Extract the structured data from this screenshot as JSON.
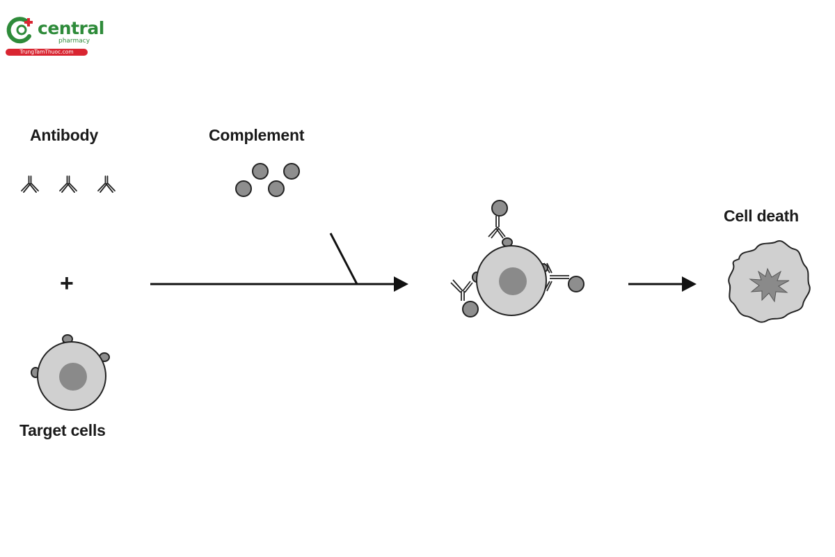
{
  "logo": {
    "brand": "central",
    "sub": "pharmacy",
    "url": "TrungTamThuoc.com",
    "colors": {
      "green": "#2e8b3a",
      "red": "#d92531"
    }
  },
  "labels": {
    "antibody": "Antibody",
    "complement": "Complement",
    "plus": "+",
    "target_cells": "Target cells",
    "cell_death": "Cell death"
  },
  "colors": {
    "cell_body": "#d0d0d0",
    "nucleus": "#8a8a8a",
    "complement": "#8e8e8e",
    "stroke": "#222222"
  }
}
